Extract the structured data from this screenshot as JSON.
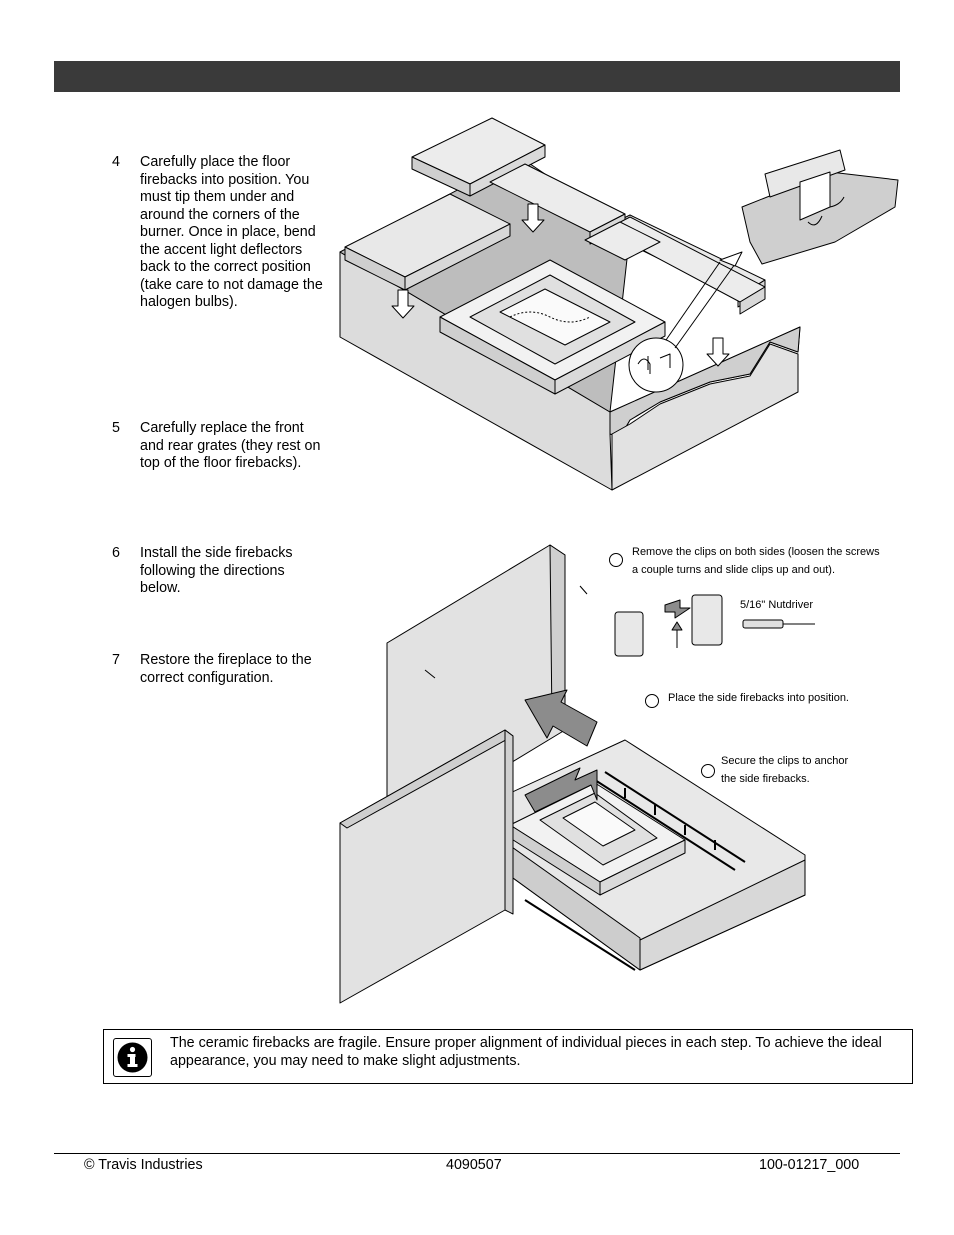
{
  "steps": [
    {
      "number": "4",
      "text": "Carefully place the floor firebacks into position.  You must tip them under and around the corners of the burner.  Once in place, bend the accent light deflectors back to the correct position (take care to not damage the halogen bulbs)."
    },
    {
      "number": "5",
      "text": "Carefully replace the front and rear grates (they rest on top of the floor firebacks)."
    },
    {
      "number": "6",
      "text": "Install the side firebacks following the directions below."
    },
    {
      "number": "7",
      "text": "Restore the fireplace to the correct configuration."
    }
  ],
  "figure2": {
    "callout_remove_line1": "Remove the clips on both sides (loosen the screws",
    "callout_remove_line2": "a couple turns and slide clips up and out).",
    "tool_label": "5/16\" Nutdriver",
    "callout_place": "Place the side firebacks into position.",
    "callout_secure_line1": "Secure the clips to anchor",
    "callout_secure_line2": "the side firebacks."
  },
  "notice": {
    "icon": "info-icon",
    "text": "The ceramic firebacks are fragile.  Ensure proper alignment of individual pieces in each step.  To achieve the ideal appearance, you may need to make slight adjustments."
  },
  "footer": {
    "left": "© Travis Industries",
    "center": "4090507",
    "right": "100-01217_000"
  }
}
